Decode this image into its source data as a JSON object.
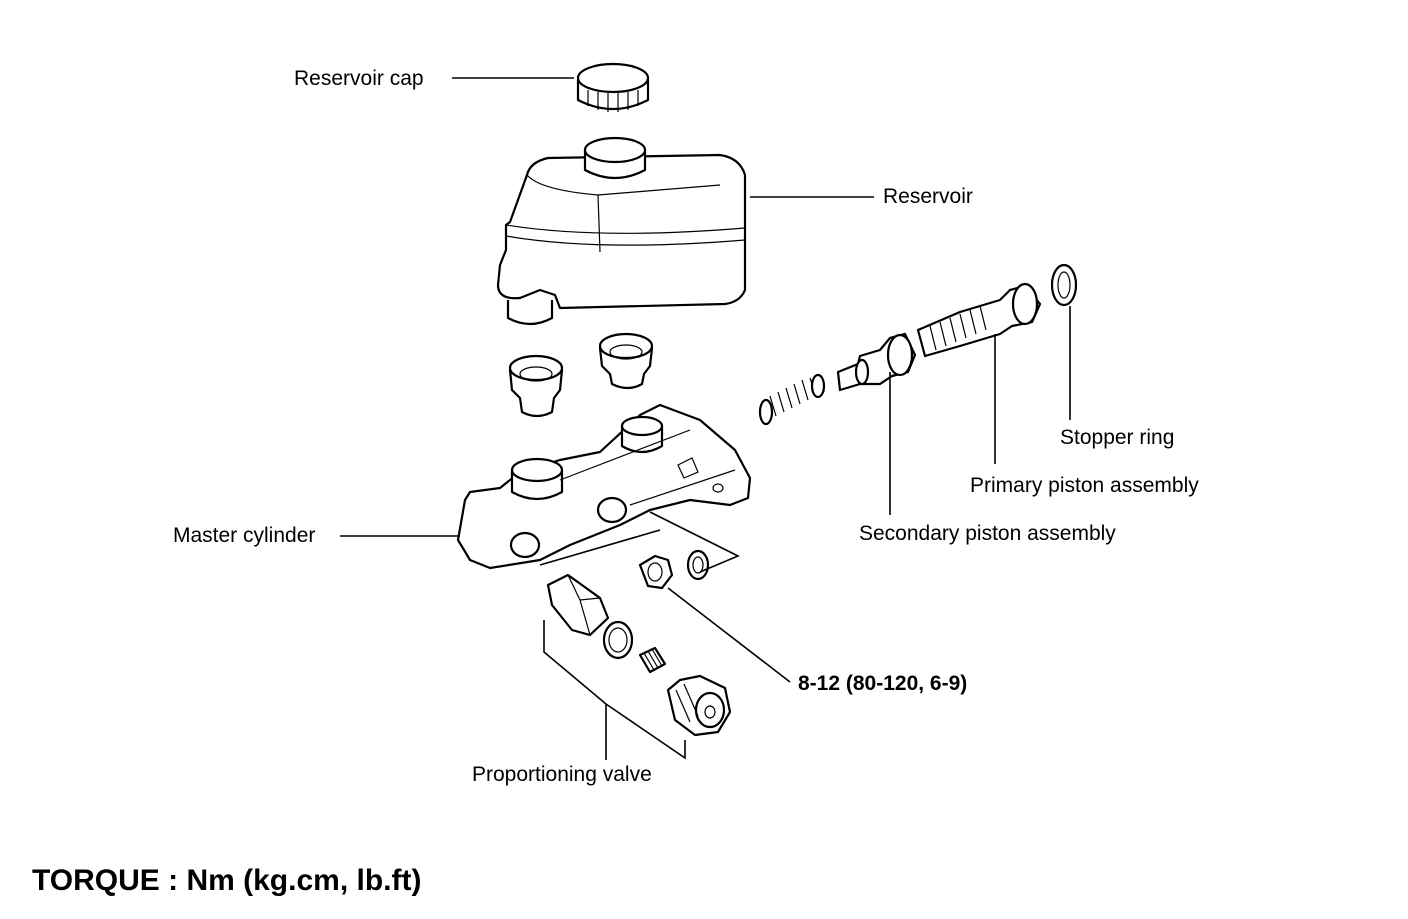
{
  "labels": {
    "reservoir_cap": "Reservoir cap",
    "reservoir": "Reservoir",
    "stopper_ring": "Stopper ring",
    "primary_piston": "Primary piston assembly",
    "secondary_piston": "Secondary piston assembly",
    "master_cylinder": "Master cylinder",
    "torque_value": "8-12 (80-120, 6-9)",
    "proportioning_valve": "Proportioning valve"
  },
  "footer": {
    "torque_units": "TORQUE : Nm (kg.cm, lb.ft)"
  }
}
